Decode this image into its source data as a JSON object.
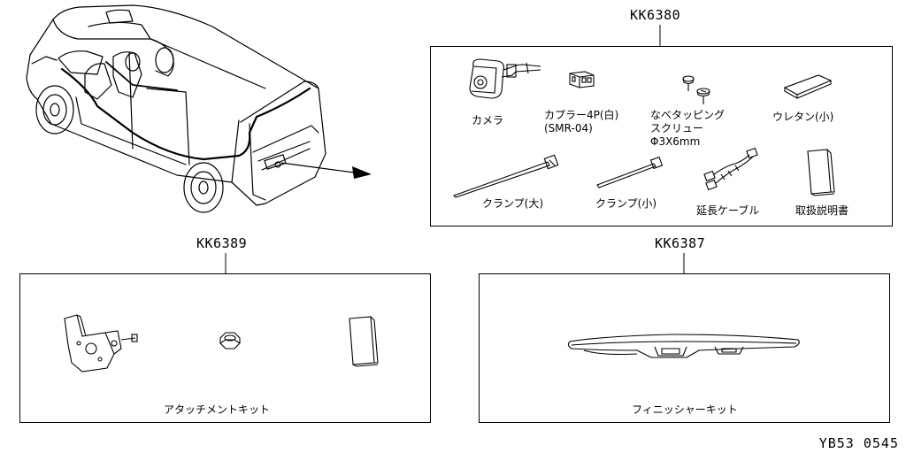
{
  "kits": {
    "camera_kit": {
      "code": "KK6380",
      "parts": {
        "camera": "カメラ",
        "coupler_line1": "カプラー4P(白)",
        "coupler_line2": "(SMR-04)",
        "screw_line1": "なべタッピング",
        "screw_line2": "スクリュー",
        "screw_line3": "Φ3X6mm",
        "urethane": "ウレタン(小)",
        "clamp_large": "クランプ(大)",
        "clamp_small": "クランプ(小)",
        "extension_cable": "延長ケーブル",
        "manual": "取扱説明書"
      }
    },
    "attachment_kit": {
      "code": "KK6389",
      "label": "アタッチメントキット"
    },
    "finisher_kit": {
      "code": "KK6387",
      "label": "フィニッシャーキット"
    }
  },
  "reference": "YB53 0545"
}
